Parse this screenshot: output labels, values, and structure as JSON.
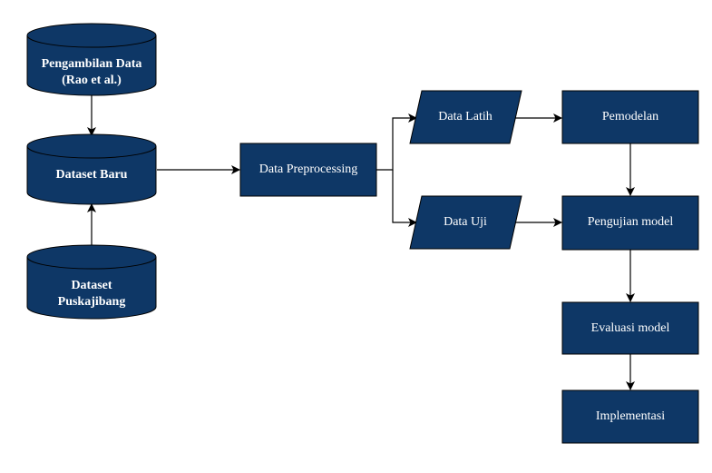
{
  "diagram": {
    "nodes": {
      "pengambilan": {
        "line1": "Pengambilan Data",
        "line2": "(Rao et al.)"
      },
      "dataset_baru": {
        "label": "Dataset Baru"
      },
      "dataset_pusk": {
        "line1": "Dataset",
        "line2": "Puskajibang"
      },
      "preprocessing": {
        "label": "Data Preprocessing"
      },
      "data_latih": {
        "label": "Data Latih"
      },
      "data_uji": {
        "label": "Data Uji"
      },
      "pemodelan": {
        "label": "Pemodelan"
      },
      "pengujian": {
        "label": "Pengujian model"
      },
      "evaluasi": {
        "label": "Evaluasi model"
      },
      "implementasi": {
        "label": "Implementasi"
      }
    },
    "colors": {
      "node_fill": "#0e3766",
      "text": "#ffffff",
      "edge": "#000000"
    }
  }
}
